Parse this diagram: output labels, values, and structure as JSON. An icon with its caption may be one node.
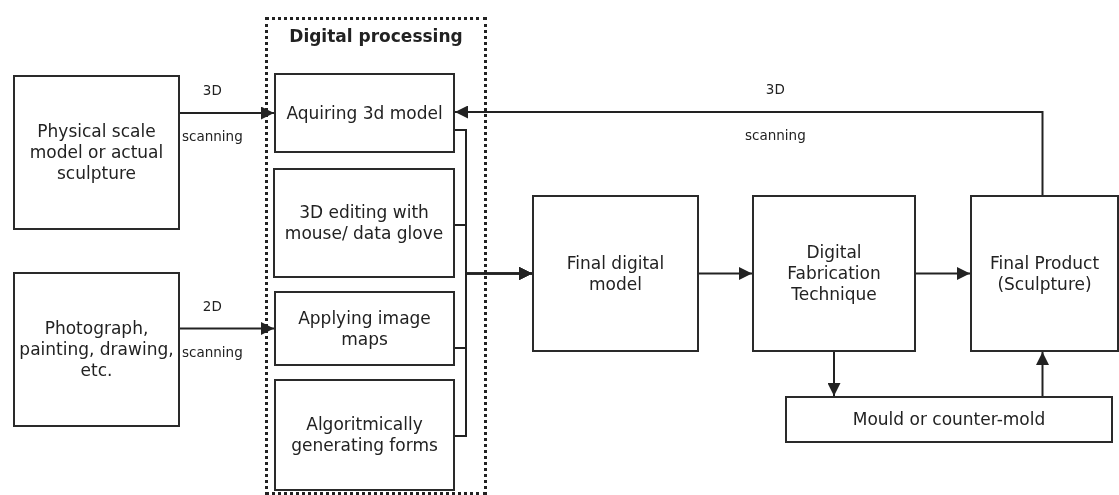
{
  "diagram": {
    "nodes": [
      {
        "text": [
          "Digital processing"
        ]
      },
      {
        "text": [
          "Physical scale model or actual sculpture"
        ]
      },
      {
        "text": [
          "Photograph, painting, drawing, etc."
        ]
      },
      {
        "text": [
          "Aquiring 3d model"
        ],
        "in": 0
      },
      {
        "text": [
          "3D editing with mouse/ data glove"
        ],
        "in": 0
      },
      {
        "text": [
          "Applying image maps"
        ],
        "in": 0
      },
      {
        "text": [
          "Algoritmically generating forms"
        ],
        "in": 0
      },
      {
        "text": [
          "Final digital model"
        ]
      },
      {
        "text": [
          "Digital Fabrication Technique"
        ]
      },
      {
        "text": [
          "Final Product (Sculpture)"
        ]
      },
      {
        "text": [
          "Mould or counter-mold"
        ]
      }
    ],
    "edges": [
      {
        "from": 1,
        "to": 3,
        "arrow": "to",
        "label": "3D scanning"
      },
      {
        "from": 2,
        "to": 5,
        "arrow": "to",
        "label": "2D scanning"
      },
      {
        "from": 9,
        "to": 3,
        "arrow": "to",
        "label": "3D scanning"
      },
      {
        "from": 3,
        "to": 7,
        "arrow": "to"
      },
      {
        "from": 4,
        "to": 7,
        "arrow": "to"
      },
      {
        "from": 5,
        "to": 7,
        "arrow": "to"
      },
      {
        "from": 6,
        "to": 7,
        "arrow": "to"
      },
      {
        "from": 7,
        "to": 8,
        "arrow": "to"
      },
      {
        "from": 8,
        "to": 9,
        "arrow": "to"
      },
      {
        "from": 8,
        "to": 10,
        "arrow": "to"
      },
      {
        "from": 10,
        "to": 9,
        "arrow": "to"
      }
    ]
  }
}
